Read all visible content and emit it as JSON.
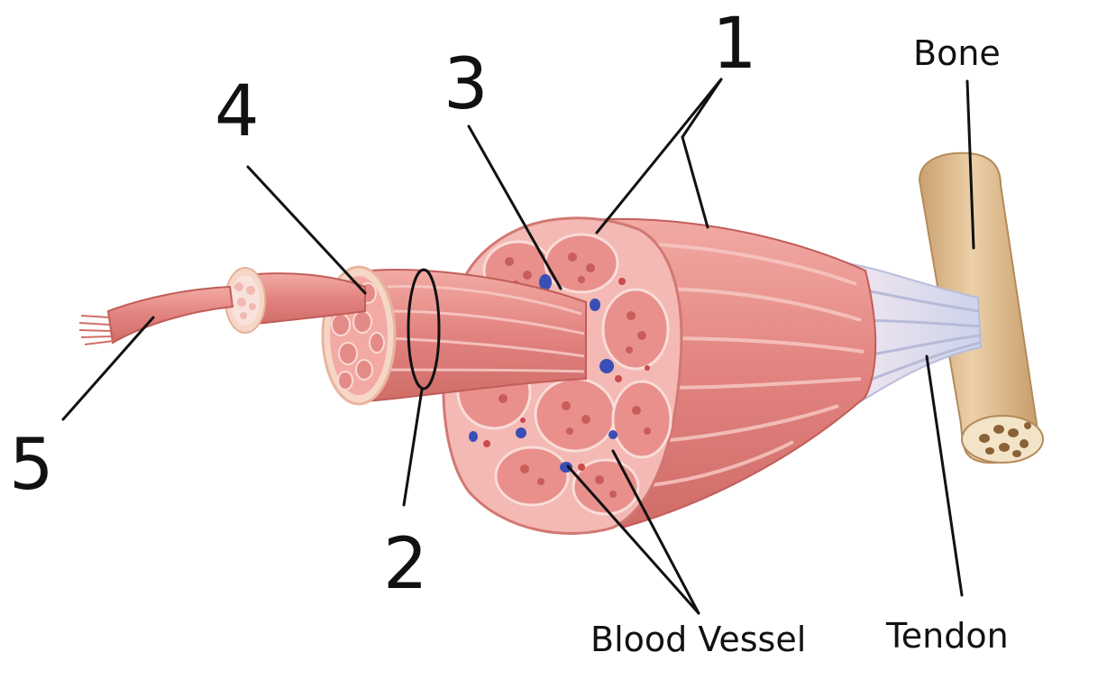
{
  "labels": {
    "n1": "1",
    "n2": "2",
    "n3": "3",
    "n4": "4",
    "n5": "5",
    "bone": "Bone",
    "tendon": "Tendon",
    "blood_vessel": "Blood Vessel"
  },
  "colors": {
    "muscle": "#e58a86",
    "muscle_light": "#f6c2bd",
    "muscle_dark": "#c9605d",
    "fascicle": "#f0a3a0",
    "connective": "#f7d0cc",
    "tendon": "#d9dcef",
    "bone": "#dcb68a",
    "bone_dark": "#b98f62",
    "vessel": "#3a4fb5"
  }
}
